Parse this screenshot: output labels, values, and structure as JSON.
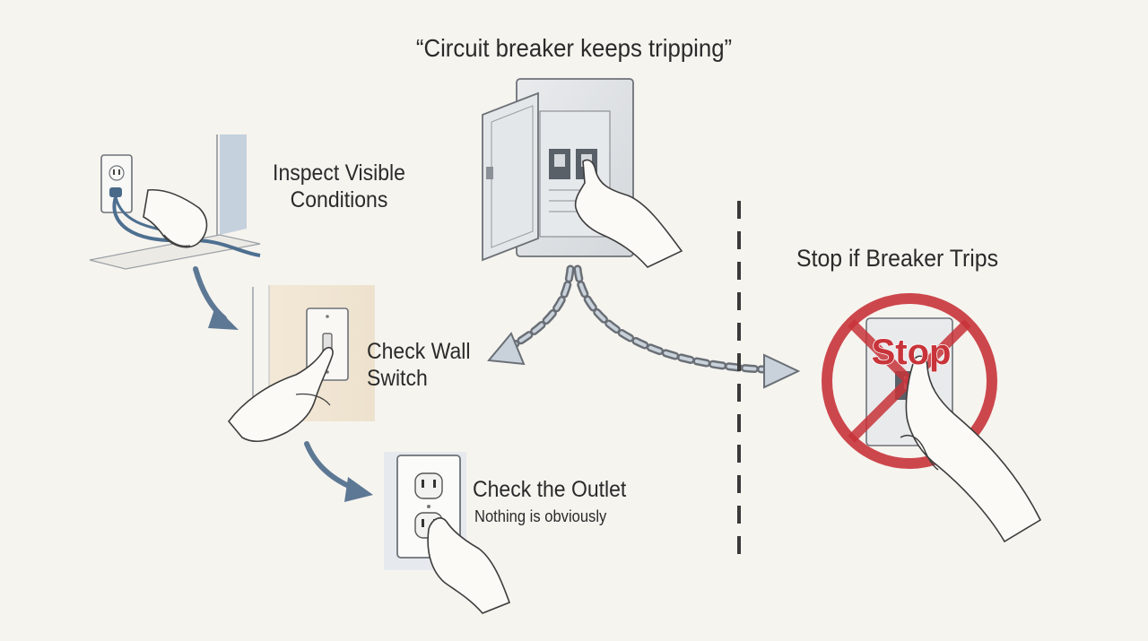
{
  "diagram": {
    "title": "“Circuit breaker keeps tripping”",
    "steps": {
      "inspect": {
        "line1": "Inspect Visible",
        "line2": "Conditions"
      },
      "wall_switch": {
        "line1": "Check Wall",
        "line2": "Switch"
      },
      "outlet": {
        "label": "Check the Outlet",
        "note": "Nothing is obviously"
      },
      "stop": {
        "label": "Stop if Breaker Trips",
        "sign_text": "Stop"
      }
    },
    "colors": {
      "flow_arrow": "#5d7894",
      "dashed_arrow": "#6a6f76",
      "stop_red": "#c8343a",
      "divider": "#3a3a3a"
    }
  }
}
